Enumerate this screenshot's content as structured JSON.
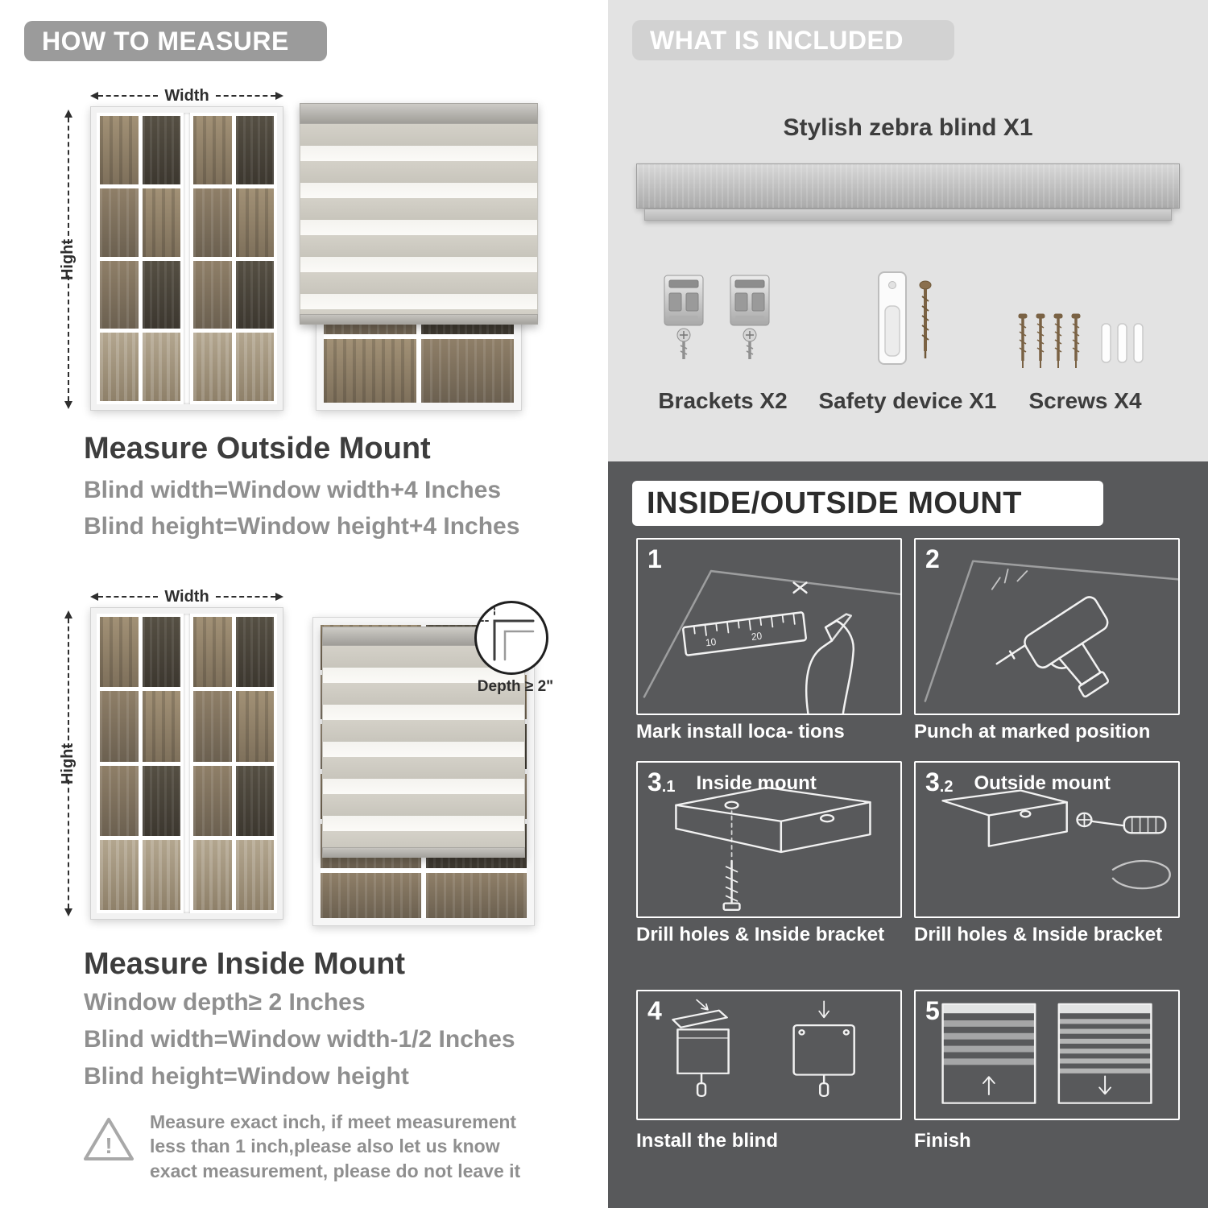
{
  "measure": {
    "header": "HOW TO MEASURE",
    "width_label": "Width",
    "height_label": "Hight",
    "outside": {
      "title": "Measure Outside Mount",
      "line1": "Blind width=Window width+4 Inches",
      "line2": "Blind height=Window height+4 Inches"
    },
    "inside": {
      "title": "Measure Inside Mount",
      "depth_callout": "Depth ≥ 2\"",
      "line1": "Window depth≥ 2 Inches",
      "line2": "Blind width=Window width-1/2 Inches",
      "line3": "Blind height=Window height"
    },
    "note": "Measure exact inch, if meet measurement less than 1 inch,please also let us know exact measurement, please do not leave it"
  },
  "included": {
    "header": "WHAT IS INCLUDED",
    "product_label": "Stylish zebra blind X1",
    "items": [
      {
        "label": "Brackets X2"
      },
      {
        "label": "Safety device X1"
      },
      {
        "label": "Screws X4"
      }
    ]
  },
  "mount": {
    "header": "INSIDE/OUTSIDE MOUNT",
    "steps": [
      {
        "num": "1",
        "sub": "",
        "title": "",
        "caption": "Mark install loca- tions"
      },
      {
        "num": "2",
        "sub": "",
        "title": "",
        "caption": "Punch at  marked position"
      },
      {
        "num": "3",
        "sub": ".1",
        "title": "Inside mount",
        "caption": "Drill holes &  Inside bracket"
      },
      {
        "num": "3",
        "sub": ".2",
        "title": "Outside mount",
        "caption": "Drill holes &  Inside bracket"
      },
      {
        "num": "4",
        "sub": "",
        "title": "",
        "caption": "Install the blind"
      },
      {
        "num": "5",
        "sub": "",
        "title": "",
        "caption": "Finish"
      }
    ]
  },
  "colors": {
    "accent_gray": "#9b9b9b",
    "light_panel": "#e3e3e3",
    "dark_panel": "#58595b",
    "heading_text": "#3d3d3d",
    "muted_text": "#8f8f8f"
  }
}
